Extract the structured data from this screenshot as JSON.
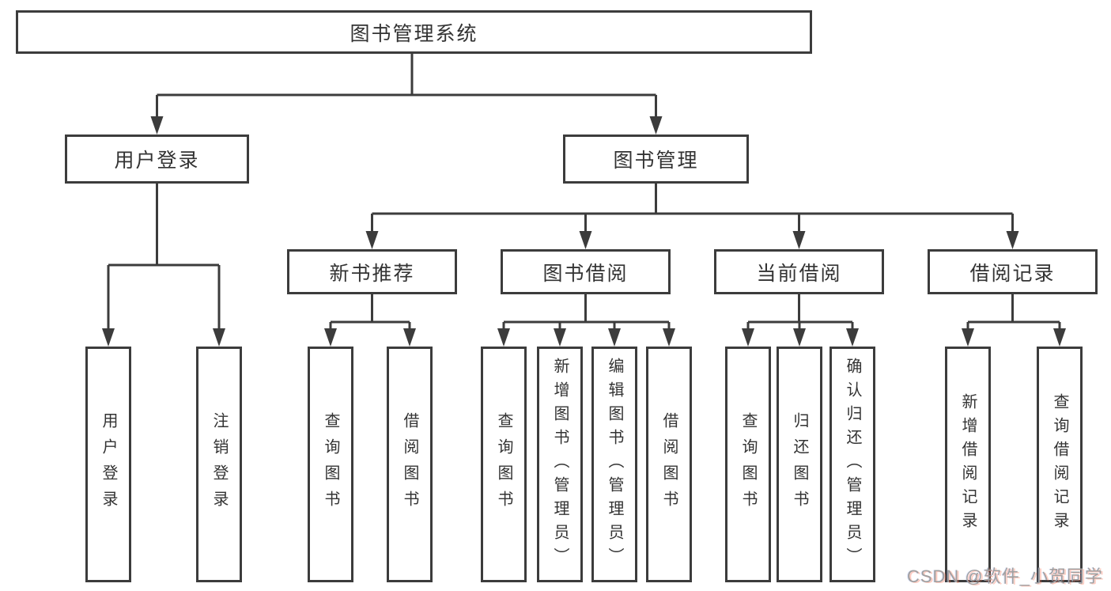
{
  "diagram_title": "图书管理系统",
  "colors": {
    "line": "#3c3c3c",
    "text": "#333333",
    "background": "#ffffff",
    "watermark": "#a0a0a0"
  },
  "tree": {
    "label": "图书管理系统",
    "children": [
      {
        "label": "用户登录",
        "children": [
          {
            "label": "用户登录"
          },
          {
            "label": "注销登录"
          }
        ]
      },
      {
        "label": "图书管理",
        "children": [
          {
            "label": "新书推荐",
            "children": [
              {
                "label": "查询图书"
              },
              {
                "label": "借阅图书"
              }
            ]
          },
          {
            "label": "图书借阅",
            "children": [
              {
                "label": "查询图书"
              },
              {
                "label": "新增图书（管理员）"
              },
              {
                "label": "编辑图书（管理员）"
              },
              {
                "label": "借阅图书"
              }
            ]
          },
          {
            "label": "当前借阅",
            "children": [
              {
                "label": "查询图书"
              },
              {
                "label": "归还图书"
              },
              {
                "label": "确认归还（管理员）"
              }
            ]
          },
          {
            "label": "借阅记录",
            "children": [
              {
                "label": "新增借阅记录"
              },
              {
                "label": "查询借阅记录"
              }
            ]
          }
        ]
      }
    ]
  },
  "watermark": {
    "text": "CSDN @软件_小贺同学"
  }
}
